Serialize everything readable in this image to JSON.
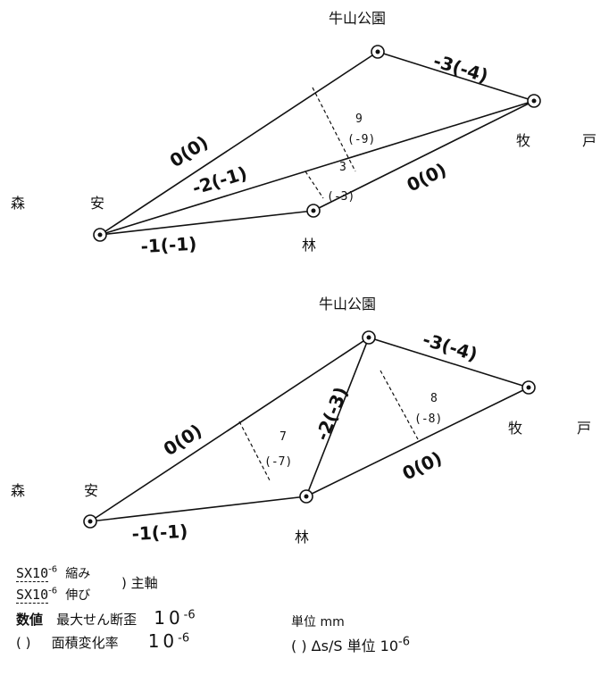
{
  "diagram1": {
    "stations": {
      "top": "牛山公園",
      "right_a": "牧",
      "right_b": "戸",
      "left_a": "森",
      "left_b": "安",
      "bottom": "林"
    },
    "segments": {
      "top_left": "0(0)",
      "top_right": "-3(-4)",
      "diagonal": "-2(-1)",
      "bottom_right": "0(0)",
      "bottom_left": "-1(-1)"
    },
    "strains": {
      "upper_value": "9",
      "upper_rate": "(-9)",
      "lower_value": "3",
      "lower_rate": "(-3)"
    }
  },
  "diagram2": {
    "stations": {
      "top": "牛山公園",
      "right_a": "牧",
      "right_b": "戸",
      "left_a": "森",
      "left_b": "安",
      "bottom": "林"
    },
    "segments": {
      "top_left": "0(0)",
      "top_right": "-3(-4)",
      "diagonal": "-2(-3)",
      "bottom_right": "0(0)",
      "bottom_left": "-1(-1)"
    },
    "strains": {
      "left_value": "7",
      "left_rate": "(-7)",
      "right_value": "8",
      "right_rate": "(-8)"
    }
  },
  "legend": {
    "sx": "SX10",
    "exp": "-6",
    "shrink": "縮み",
    "stretch": "伸び",
    "principal": ") 主軸",
    "value_label": "数値",
    "value_desc": "最大せん断歪",
    "value_unit": "10",
    "paren_label": "( )",
    "paren_desc": "面積変化率",
    "paren_unit": "10",
    "unit_mm": "単位 mm",
    "ratio_label": "( ) Δs/S 単位 10",
    "ratio_exp": "-6"
  }
}
